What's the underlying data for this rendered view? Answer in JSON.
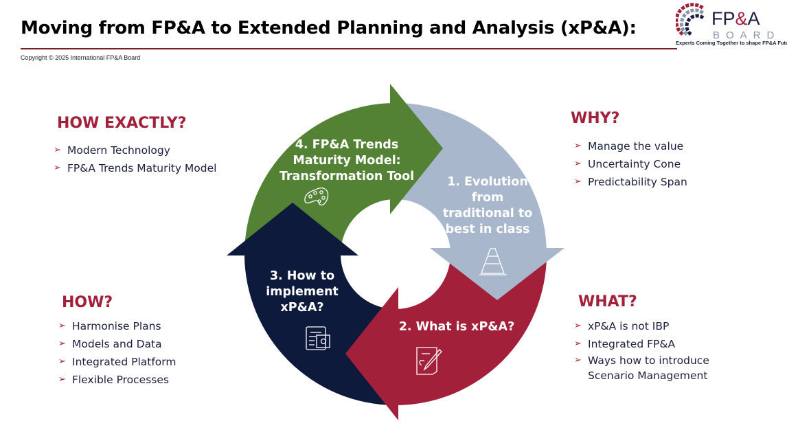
{
  "header": {
    "title": "Moving from FP&A to Extended Planning and Analysis (xP&A):",
    "copyright": "Copyright © 2025 International  FP&A Board"
  },
  "logo": {
    "text": "FP&A",
    "subtext": "BOARD",
    "tagline": "Experts Coming Together to shape FP&A Future"
  },
  "colors": {
    "green": "#548235",
    "blue": "#a9b7cc",
    "red": "#a3203b",
    "navy": "#0e1a3c",
    "heading": "#a3203b"
  },
  "cycle": {
    "step1": {
      "label": "1. Evolution from traditional to best in class",
      "icon": "traffic-cone-icon"
    },
    "step2": {
      "label": "2. What is xP&A?",
      "icon": "document-pen-icon"
    },
    "step3": {
      "label": "3. How to implement xP&A?",
      "icon": "clipboard-gear-icon"
    },
    "step4": {
      "label": "4. FP&A Trends Maturity Model: Transformation Tool",
      "icon": "palette-icon"
    }
  },
  "sections": {
    "how_exactly": {
      "title": "HOW EXACTLY?",
      "items": [
        "Modern Technology",
        "FP&A Trends Maturity Model"
      ]
    },
    "why": {
      "title": "WHY?",
      "items": [
        "Manage the value",
        "Uncertainty Cone",
        "Predictability Span"
      ]
    },
    "how": {
      "title": "HOW?",
      "items": [
        "Harmonise Plans",
        "Models and Data",
        "Integrated Platform",
        "Flexible Processes"
      ]
    },
    "what": {
      "title": "WHAT?",
      "items": [
        "xP&A is not IBP",
        "Integrated FP&A",
        "Ways how to introduce Scenario Management"
      ]
    }
  }
}
